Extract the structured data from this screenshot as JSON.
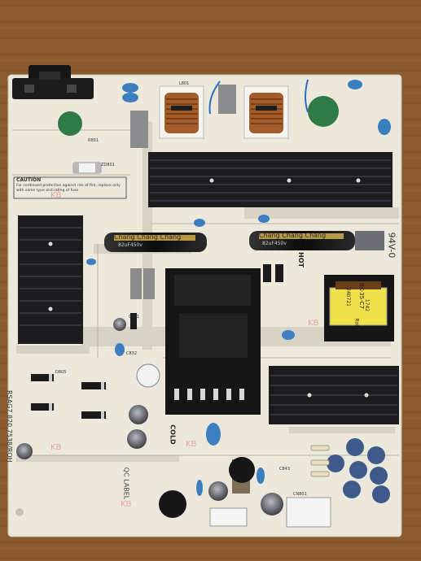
{
  "board": {
    "board_id_vertical": "RSAG7.820.7538/ROH",
    "warning_title": "CAUTION",
    "warning_text": "For continued protection against risk of fire, replace only with same type and rating of fuse",
    "main_cap_text": "Chang Chang Chang",
    "main_cap_spec": "82uF450v",
    "hot_label": "HOT",
    "cold_label": "COLD",
    "qc_label": "QC LABEL",
    "rating_label": "94V-0",
    "transformer_top": "BK-35-C7",
    "transformer_sub": "240721",
    "transformer_code": "1742",
    "transformer_rohs": "RoHS",
    "watermark": "KB",
    "designators": [
      "C921",
      "L801",
      "R801",
      "D805",
      "ZD801",
      "CN801",
      "C832",
      "C843"
    ]
  },
  "colors": {
    "table": "#8a5a2e",
    "pcb": "#ece8dc",
    "trace": "#d3cfc4",
    "heatsink": "#1d1d1f",
    "cap_body": "#141414",
    "cap_stripe": "#c9a64a",
    "blue_part": "#3c7fc0",
    "coil": "#a0592a",
    "transformer": "#f0e04a",
    "watermark": "#e8a3a3"
  }
}
